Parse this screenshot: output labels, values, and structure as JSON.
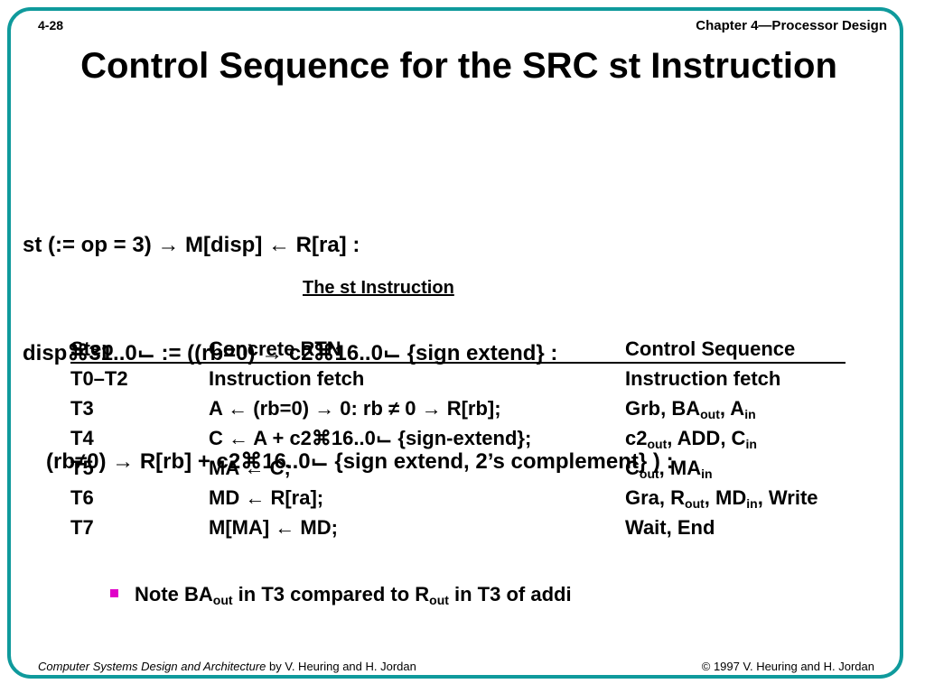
{
  "header": {
    "slide_number": "4-28",
    "chapter": "Chapter 4—Processor Design"
  },
  "title": "Control Sequence for the SRC st Instruction",
  "rtn": {
    "line1": "st (:= op = 3) → M[disp] ← R[ra] :",
    "line2": "disp⌘31..0⌙ := ((rb=0) → c2⌘16..0⌙ {sign extend} :",
    "line3": "(rb≠0) → R[rb] + c2⌘16..0⌙ {sign extend, 2’s complement} ) :"
  },
  "table_caption": "The st Instruction",
  "table": {
    "headers": [
      "Step",
      "Concrete RTN",
      "Control Sequence"
    ],
    "rows": [
      {
        "step": "T0–T2",
        "rtn": "Instruction fetch",
        "control": "Instruction fetch"
      },
      {
        "step": "T3",
        "rtn": "A ← (rb=0) → 0: rb ≠  0 → R[rb];",
        "control": "Grb, BA_out, A_in"
      },
      {
        "step": "T4",
        "rtn": "C ← A +  c2⌘16..0⌙ {sign-extend};",
        "control": "c2_out, ADD, C_in"
      },
      {
        "step": "T5",
        "rtn": "MA ← C;",
        "control": "C_out, MA_in"
      },
      {
        "step": "T6",
        "rtn": "MD ← R[ra];",
        "control": "Gra, R_out, MD_in, Write"
      },
      {
        "step": "T7",
        "rtn": "M[MA] ← MD;",
        "control": "Wait, End"
      }
    ],
    "control_parts": {
      "t3": {
        "a": "Grb, BA",
        "sub1": "out",
        "b": ", A",
        "sub2": "in"
      },
      "t4": {
        "a": "c2",
        "sub1": "out",
        "b": ", ADD, C",
        "sub2": "in"
      },
      "t5": {
        "a": "C",
        "sub1": "out",
        "b": ", MA",
        "sub2": "in"
      },
      "t6": {
        "a": "Gra, R",
        "sub1": "out",
        "b": ", MD",
        "sub2": "in",
        "c": ", Write"
      }
    }
  },
  "note": {
    "a": "Note BA",
    "sub1": "out",
    "b": " in T3 compared to R",
    "sub2": "out",
    "c": " in T3 of addi"
  },
  "footer": {
    "left_italic": "Computer Systems Design and Architecture",
    "left_rest": " by V. Heuring and H. Jordan",
    "right": "© 1997 V. Heuring and H. Jordan"
  },
  "colors": {
    "frame": "#0f9a9c",
    "bullet": "#e000c8"
  }
}
